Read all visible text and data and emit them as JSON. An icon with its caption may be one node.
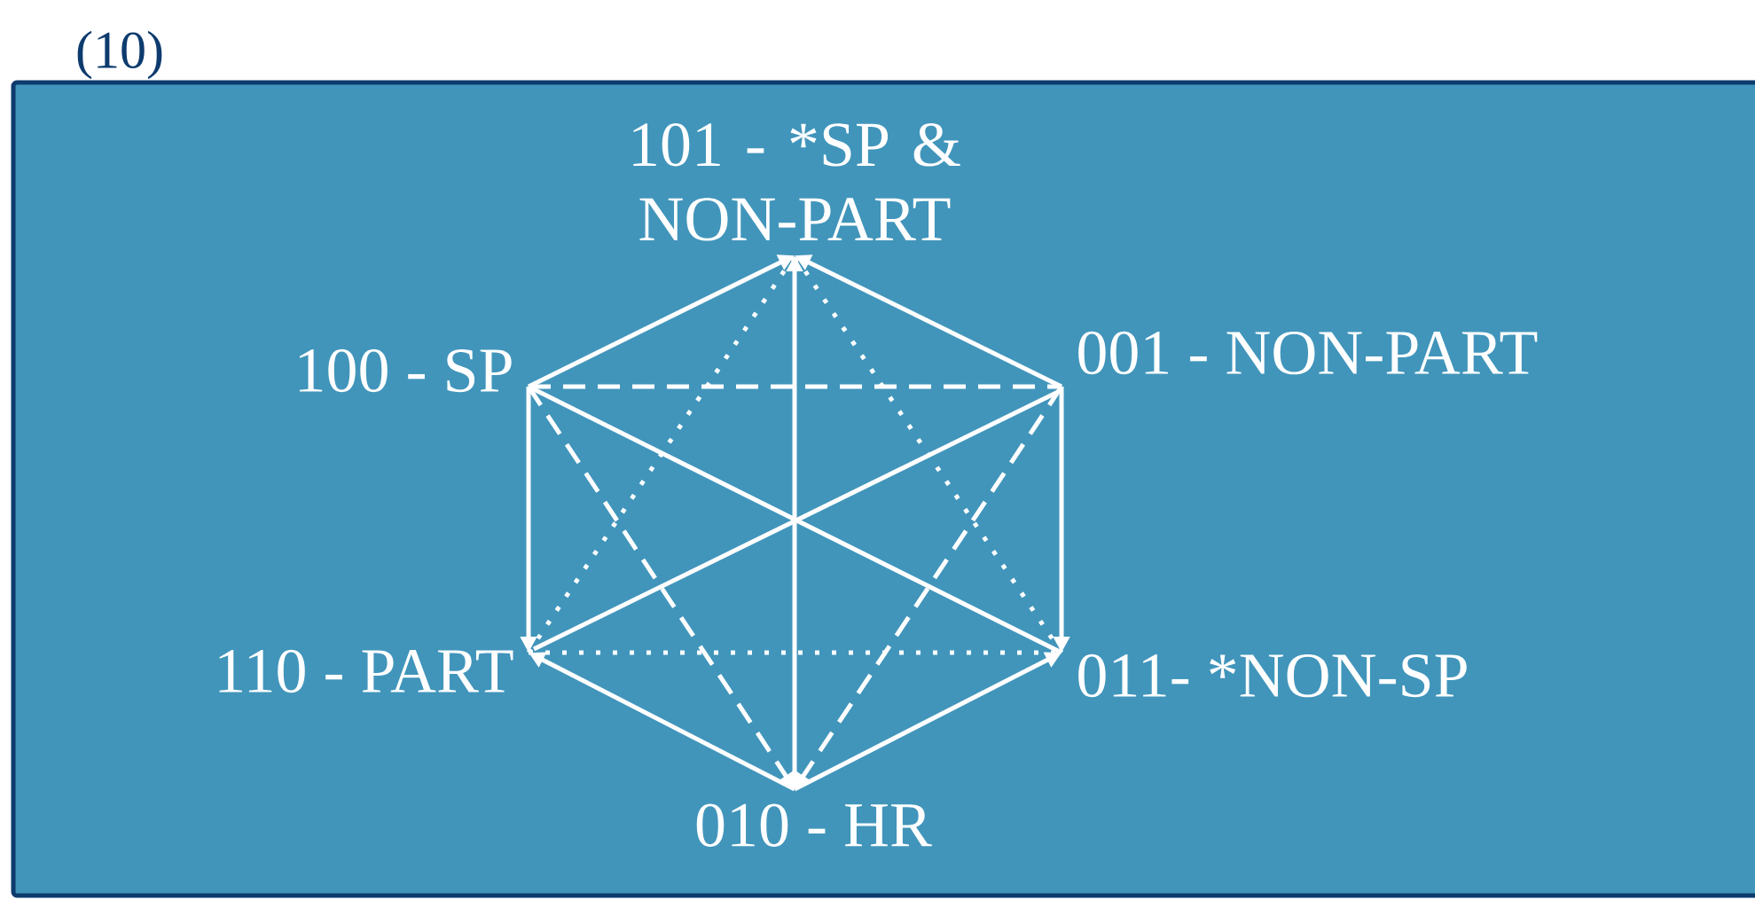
{
  "diagram": {
    "nodes": [
      {
        "text": [
          "101 - *SP & NON-PART"
        ]
      },
      {
        "text": [
          "100 - SP"
        ]
      },
      {
        "text": [
          "001 - NON-PART"
        ]
      },
      {
        "text": [
          "110 - PART"
        ]
      },
      {
        "text": [
          "011- *NON-SP"
        ]
      },
      {
        "text": [
          "010 - HR"
        ]
      }
    ],
    "edges": [
      {
        "from": 1,
        "to": 0,
        "arrow": "to"
      },
      {
        "from": 2,
        "to": 0,
        "arrow": "to"
      },
      {
        "from": 5,
        "to": 0,
        "arrow": "to"
      },
      {
        "from": 1,
        "to": 3,
        "arrow": "to"
      },
      {
        "from": 2,
        "to": 4,
        "arrow": "to"
      },
      {
        "from": 5,
        "to": 3,
        "arrow": "to"
      },
      {
        "from": 5,
        "to": 4,
        "arrow": "to"
      },
      {
        "from": 1,
        "to": 2,
        "arrow": "none",
        "style": "dashed"
      },
      {
        "from": 3,
        "to": 4,
        "arrow": "none",
        "style": "dashed"
      },
      {
        "from": 1,
        "to": 4,
        "arrow": "none"
      },
      {
        "from": 2,
        "to": 3,
        "arrow": "none"
      },
      {
        "from": 1,
        "to": 5,
        "arrow": "to",
        "style": "dashed"
      },
      {
        "from": 2,
        "to": 5,
        "arrow": "to",
        "style": "dashed"
      },
      {
        "from": 3,
        "to": 0,
        "arrow": "none",
        "style": "dashed"
      },
      {
        "from": 4,
        "to": 0,
        "arrow": "none",
        "style": "dashed"
      }
    ],
    "labels": [
      "(10)"
    ]
  }
}
